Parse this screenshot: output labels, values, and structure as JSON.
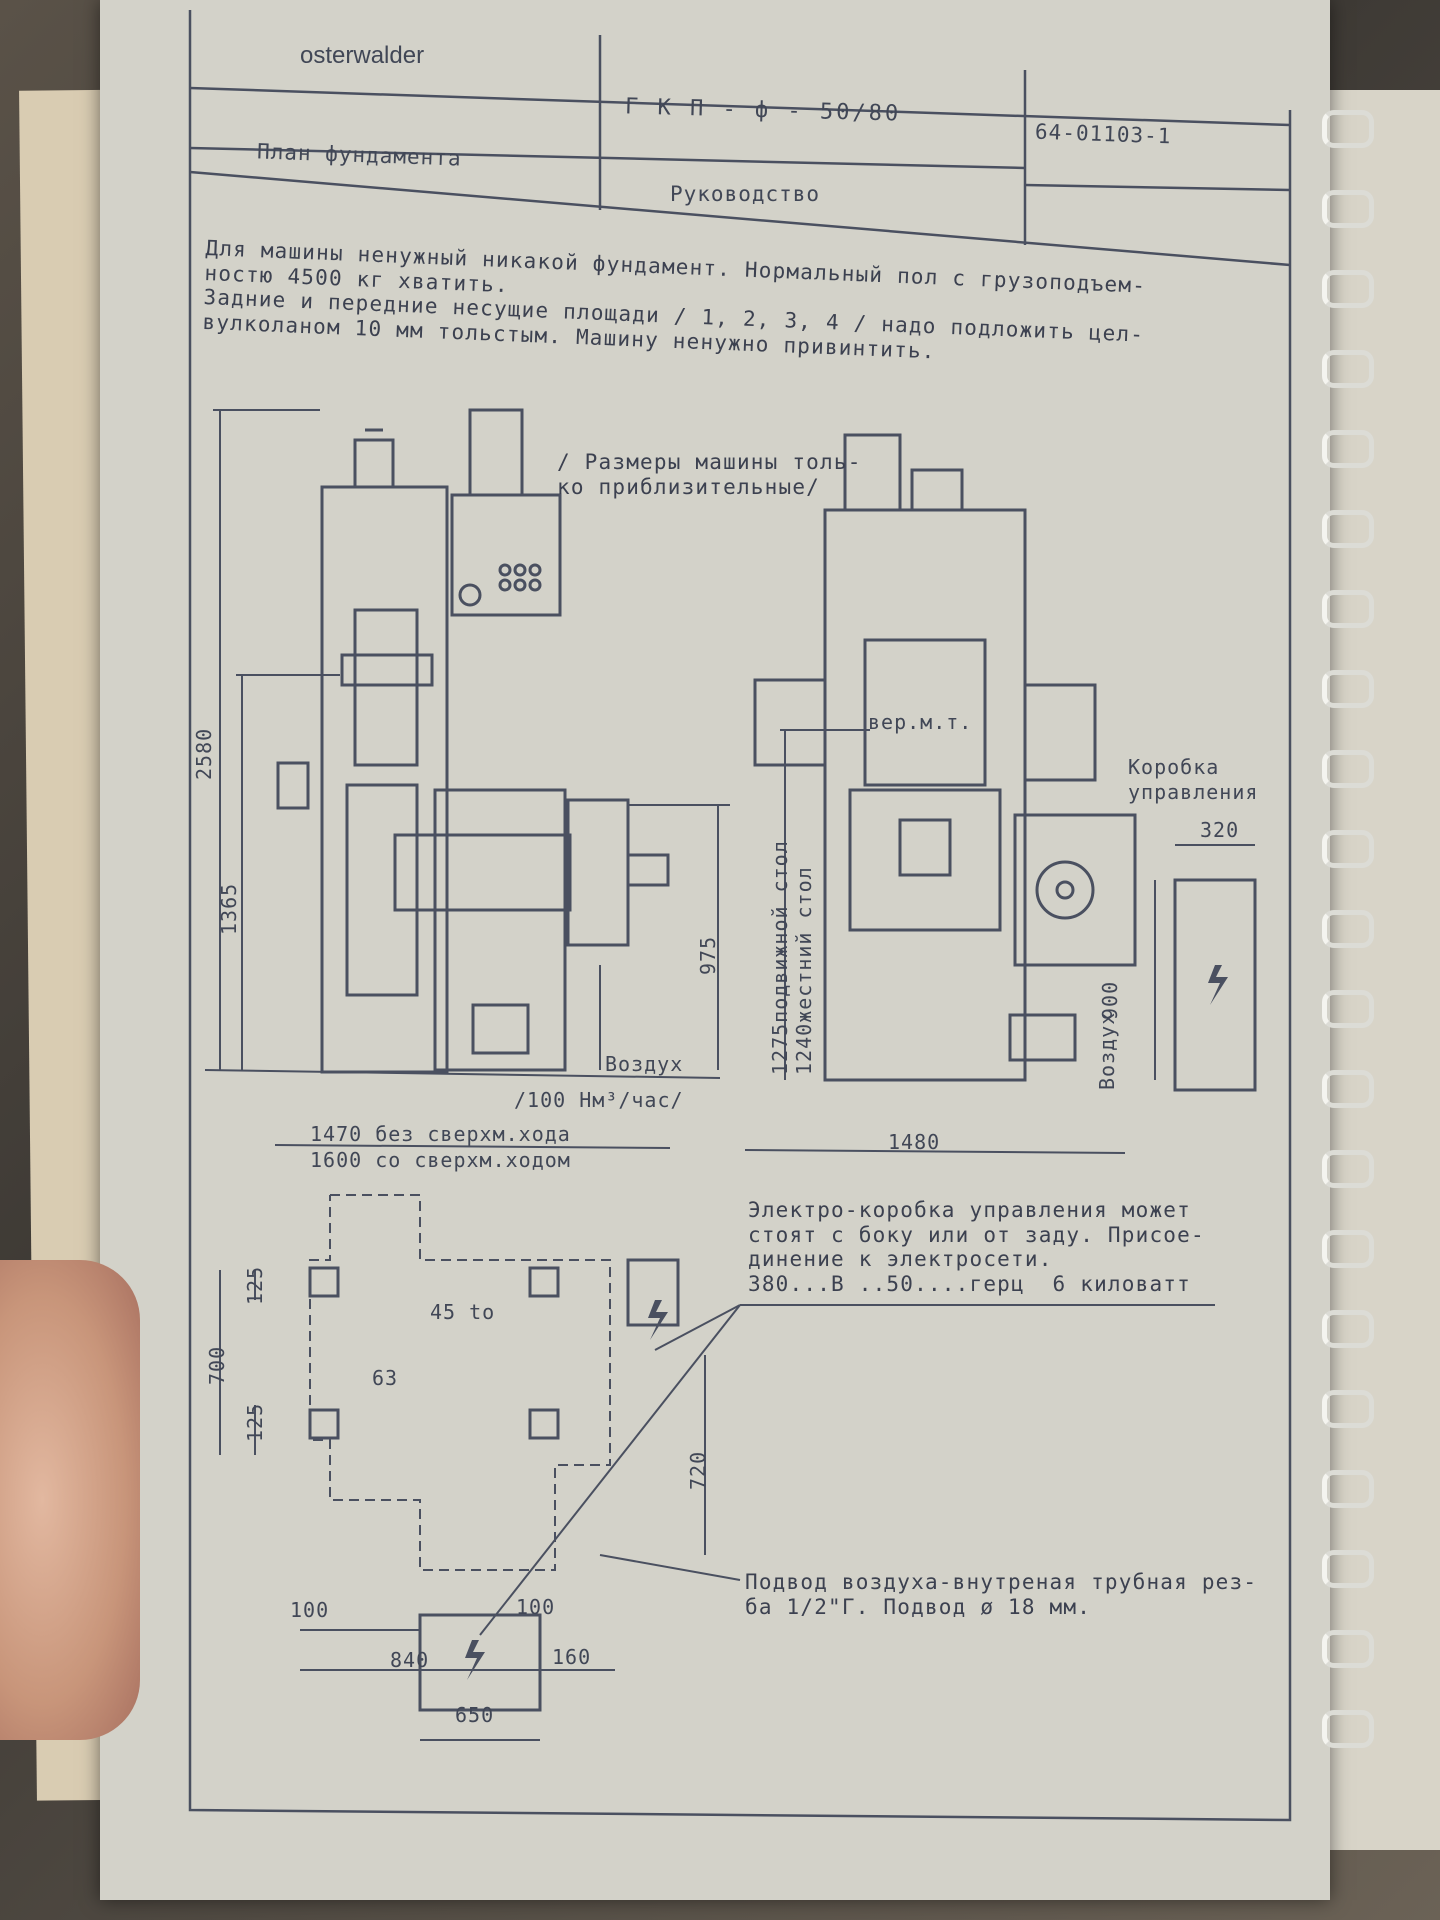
{
  "title_block": {
    "logo": "osterwalder",
    "model": "Г К П - ф - 50/80",
    "doc_number": "64-01103-1",
    "sheet_title": "План фундамента",
    "doc_type": "Руководство"
  },
  "intro_text": [
    "Для машины ненужный никакой фундамент. Нормальный пол с грузоподъем-",
    "ностю 4500 кг хватить.",
    "Задние и передние несущие площади / 1, 2, 3, 4 / надо подложить цел-",
    "вулколаном 10 мм тольстым. Машину ненужно привинтить."
  ],
  "note_dimensions": [
    "/ Размеры машины толь-",
    "ко приблизительные/"
  ],
  "side_view": {
    "dim_total_height": "2580",
    "dim_1365": "1365",
    "dim_975": "975",
    "air_label": "Воздух",
    "air_flow": "/100 Нм³/час/",
    "width_without": "1470 без сверхм.хода",
    "width_with": "1600 со сверхм.ходом"
  },
  "front_view": {
    "top_dead_center": "вер.м.т.",
    "movable_table": "1275подвижной стол",
    "fixed_table": "1240жестний стол",
    "control_box": [
      "Коробка",
      "управления"
    ],
    "dim_320": "320",
    "dim_900": "900",
    "air_label": "Воздух",
    "width": "1480"
  },
  "plan": {
    "dim_125_top": "125",
    "dim_700": "700",
    "dim_125_bottom": "125",
    "angle": "45 to",
    "dim_63": "63",
    "dim_720": "720",
    "dim_100_left": "100",
    "dim_100_right": "100",
    "dim_840": "840",
    "dim_160": "160",
    "dim_650": "650"
  },
  "electrical_note": [
    "Электро-коробка управления может",
    "стоят с боку или от заду. Присое-",
    "динение к электросети.",
    "380...В ..50....герц  6 киловатт"
  ],
  "air_note": [
    "Подвод воздуха-внутреная трубная рез-",
    "ба 1/2\"Г. Подвод ø 18 мм."
  ]
}
